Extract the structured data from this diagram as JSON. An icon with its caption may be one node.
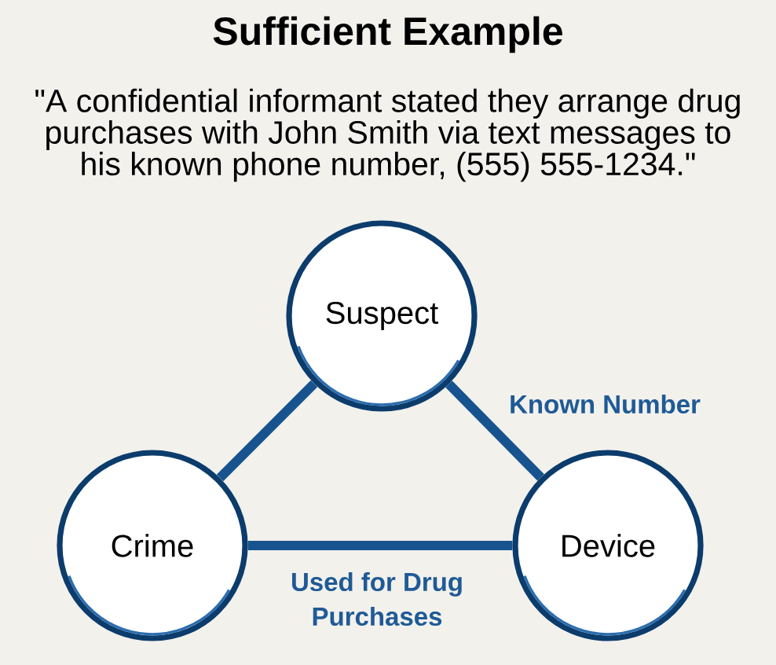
{
  "diagram": {
    "title": "Sufficient Example",
    "caption": "\"A confidential informant stated they arrange drug purchases with John Smith via text messages to his known phone number, (555) 555-1234.\"",
    "nodes": [
      {
        "text": [
          "Suspect"
        ]
      },
      {
        "text": [
          "Crime"
        ]
      },
      {
        "text": [
          "Device"
        ]
      }
    ],
    "edges": [
      {
        "from": 1,
        "to": 0,
        "arrow": "none"
      },
      {
        "from": 0,
        "to": 2,
        "arrow": "none",
        "label": "Known Number"
      },
      {
        "from": 1,
        "to": 2,
        "arrow": "none",
        "label": "Used for Drug Purchases"
      }
    ]
  }
}
